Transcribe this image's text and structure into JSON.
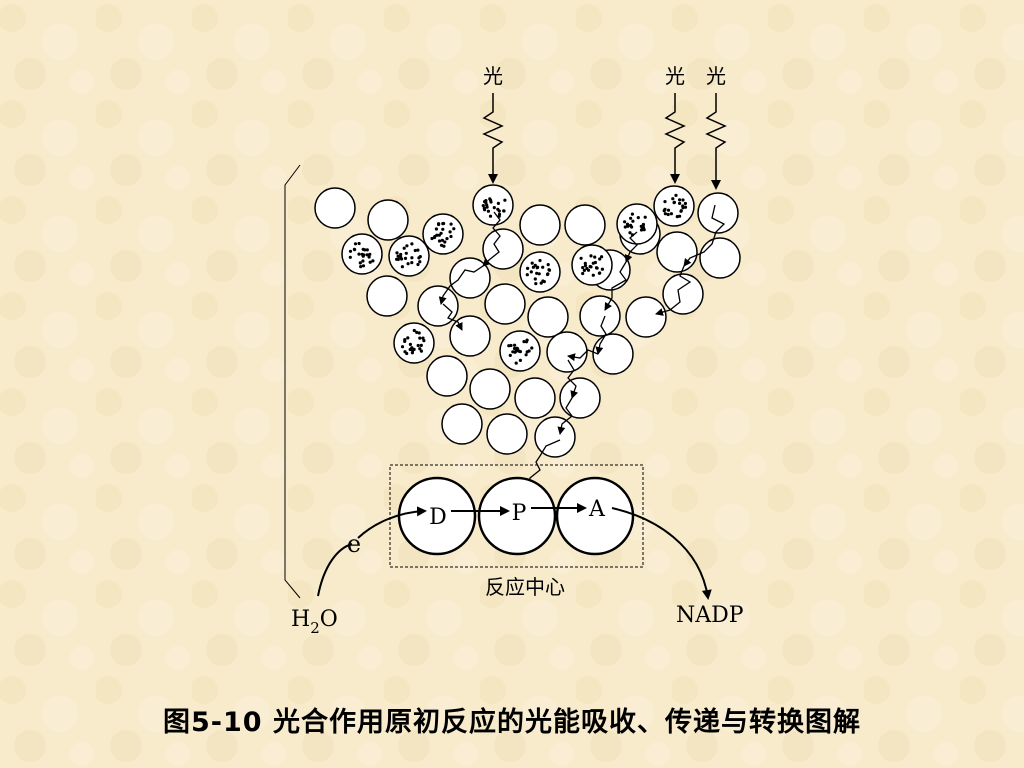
{
  "diagram": {
    "light_labels": [
      "光",
      "光",
      "光"
    ],
    "reaction_center": {
      "label": "反应中心",
      "molecules": [
        "D",
        "P",
        "A"
      ]
    },
    "electron": "e",
    "water": {
      "main": "H",
      "sub": "2",
      "tail": "O"
    },
    "acceptor": "NADP"
  },
  "caption": "图5-10  光合作用原初反应的光能吸收、传递与转换图解",
  "colors": {
    "background": "#f7ebcb",
    "ink": "#000000",
    "circle_fill": "#ffffff"
  }
}
